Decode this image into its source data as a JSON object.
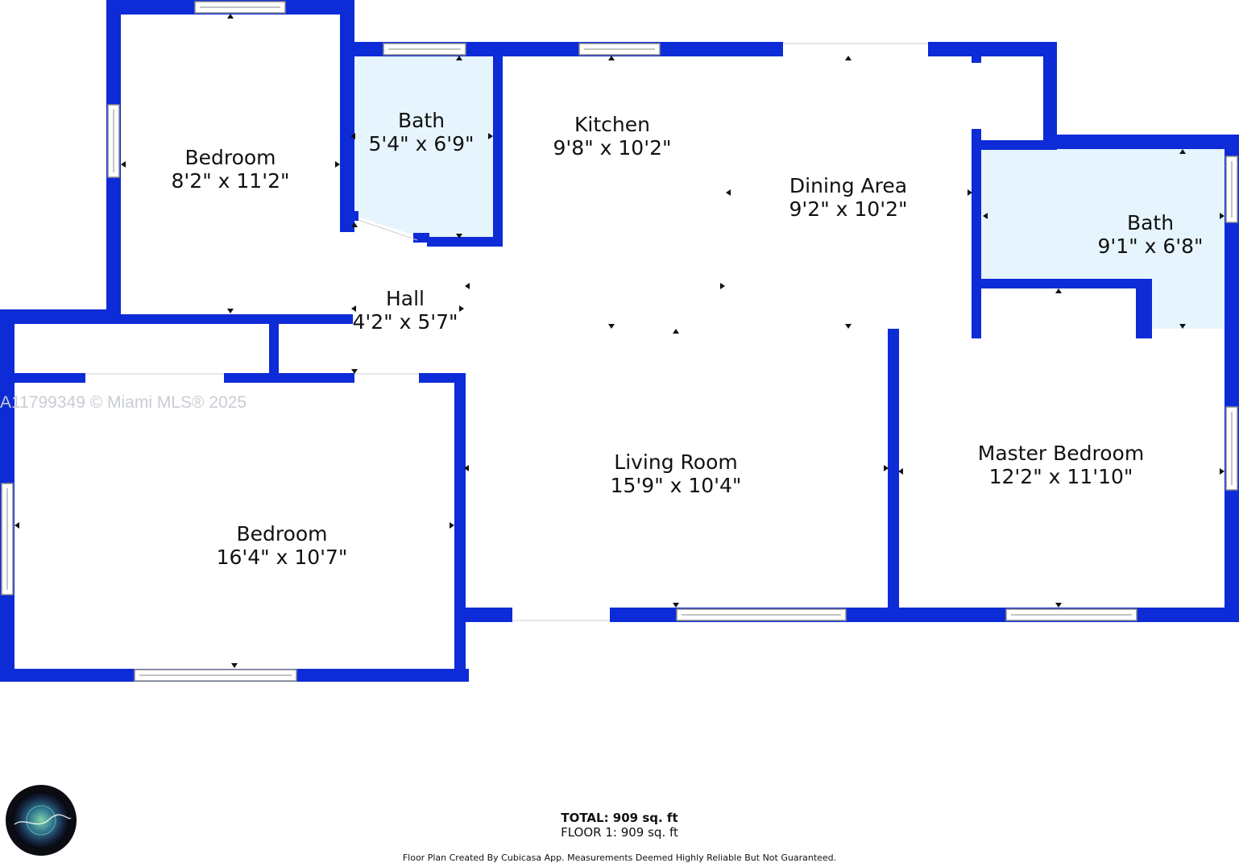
{
  "watermark": "A11799349 © Miami MLS® 2025",
  "rooms": {
    "bedroom_top": {
      "name": "Bedroom",
      "dims": "8'2\" x 11'2\""
    },
    "bath_top": {
      "name": "Bath",
      "dims": "5'4\" x 6'9\""
    },
    "kitchen": {
      "name": "Kitchen",
      "dims": "9'8\" x 10'2\""
    },
    "dining": {
      "name": "Dining Area",
      "dims": "9'2\" x 10'2\""
    },
    "bath_right": {
      "name": "Bath",
      "dims": "9'1\" x 6'8\""
    },
    "hall": {
      "name": "Hall",
      "dims": "4'2\" x 5'7\""
    },
    "living": {
      "name": "Living Room",
      "dims": "15'9\" x 10'4\""
    },
    "master": {
      "name": "Master Bedroom",
      "dims": "12'2\" x 11'10\""
    },
    "bedroom_bottom": {
      "name": "Bedroom",
      "dims": "16'4\" x 10'7\""
    }
  },
  "totals": {
    "total": "TOTAL: 909 sq. ft",
    "floor": "FLOOR 1: 909 sq. ft"
  },
  "disclaimer": "Floor Plan Created By Cubicasa App. Measurements Deemed Highly Reliable But Not Guaranteed.",
  "colors": {
    "wall": "#0d2bd6",
    "bath_fill": "#e6f5fd"
  }
}
